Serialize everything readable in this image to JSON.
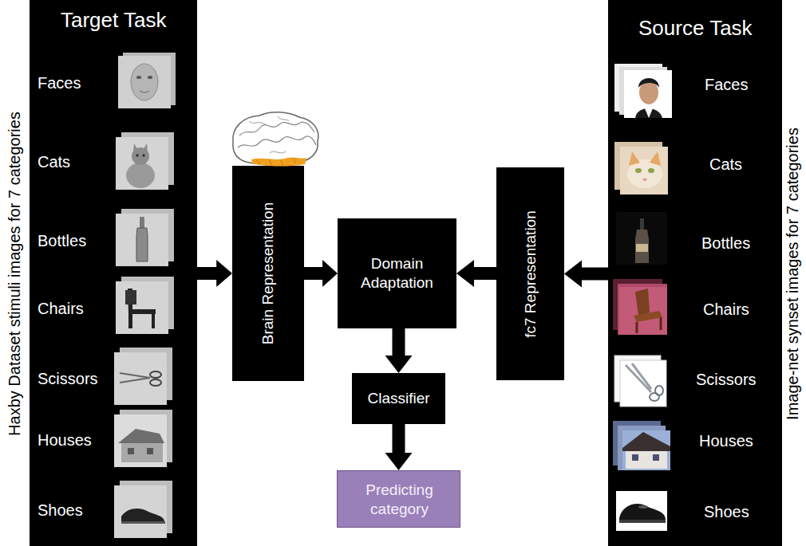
{
  "diagram": {
    "nodes": [
      {
        "text": [
          "Target Task",
          "Faces",
          "Cats",
          "Bottles",
          "Chairs",
          "Scissors",
          "Houses",
          "Shoes"
        ]
      },
      {
        "text": [
          "Brain Representation"
        ]
      },
      {
        "text": [
          "Domain Adaptation"
        ]
      },
      {
        "text": [
          "fc7 Representation"
        ]
      },
      {
        "text": [
          "Source Task",
          "Faces",
          "Cats",
          "Bottles",
          "Chairs",
          "Scissors",
          "Houses",
          "Shoes"
        ]
      },
      {
        "text": [
          "Classifier"
        ]
      },
      {
        "text": [
          "Predicting category"
        ]
      }
    ],
    "edges": [
      {
        "from": 0,
        "to": 1,
        "arrow": "to"
      },
      {
        "from": 1,
        "to": 2,
        "arrow": "to"
      },
      {
        "from": 4,
        "to": 3,
        "arrow": "to"
      },
      {
        "from": 3,
        "to": 2,
        "arrow": "to"
      },
      {
        "from": 2,
        "to": 5,
        "arrow": "to"
      },
      {
        "from": 5,
        "to": 6,
        "arrow": "to"
      }
    ],
    "labels": [
      "Haxby Dataset stimuli images for 7 categories",
      "Image-net synset images for 7 categories"
    ]
  }
}
